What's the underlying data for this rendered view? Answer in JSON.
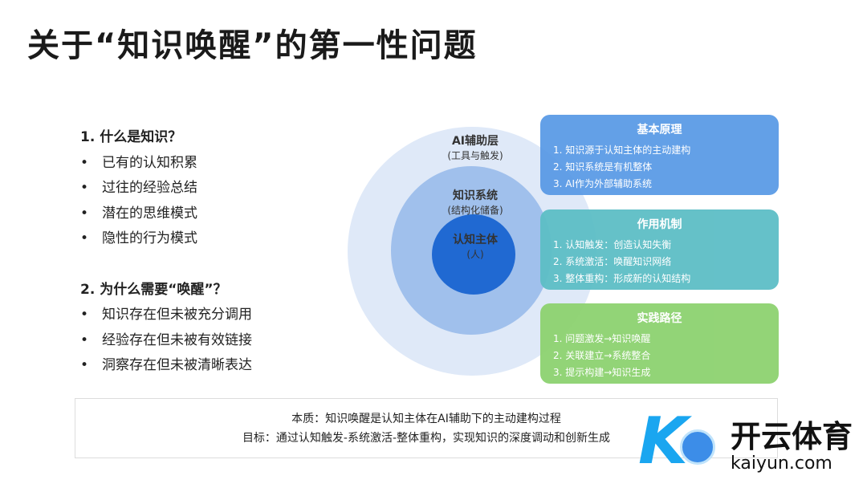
{
  "title": "关于“知识唤醒”的第一性问题",
  "left": {
    "q1": "1.  什么是知识？",
    "q1_items": [
      "已有的认知积累",
      "过往的经验总结",
      "潜在的思维模式",
      "隐性的行为模式"
    ],
    "q2": "2.  为什么需要“唤醒”？",
    "q2_items": [
      "知识存在但未被充分调用",
      "经验存在但未被有效链接",
      "洞察存在但未被清晰表达"
    ]
  },
  "circles": {
    "outer": {
      "label": "AI辅助层",
      "sub": "(工具与触发)"
    },
    "middle": {
      "label": "知识系统",
      "sub": "(结构化储备)"
    },
    "inner": {
      "label": "认知主体",
      "sub": "(人)"
    }
  },
  "boxes": [
    {
      "title": "基本原理",
      "color": "#5b9be6",
      "items": [
        "1. 知识源于认知主体的主动建构",
        "2. 知识系统是有机整体",
        "3. AI作为外部辅助系统"
      ]
    },
    {
      "title": "作用机制",
      "color": "#5dbec6",
      "items": [
        "1. 认知触发：创造认知失衡",
        "2. 系统激活：唤醒知识网络",
        "3. 整体重构：形成新的认知结构"
      ]
    },
    {
      "title": "实践路径",
      "color": "#8dd270",
      "items": [
        "1. 问题激发→知识唤醒",
        "2. 关联建立→系统整合",
        "3. 提示构建→知识生成"
      ]
    }
  ],
  "summary": {
    "line1": "本质：知识唤醒是认知主体在AI辅助下的主动建构过程",
    "line2": "目标：通过认知触发-系统激活-整体重构，实现知识的深度调动和创新生成"
  },
  "logo": {
    "cn": "开云体育",
    "en": "kaiyun.com"
  }
}
